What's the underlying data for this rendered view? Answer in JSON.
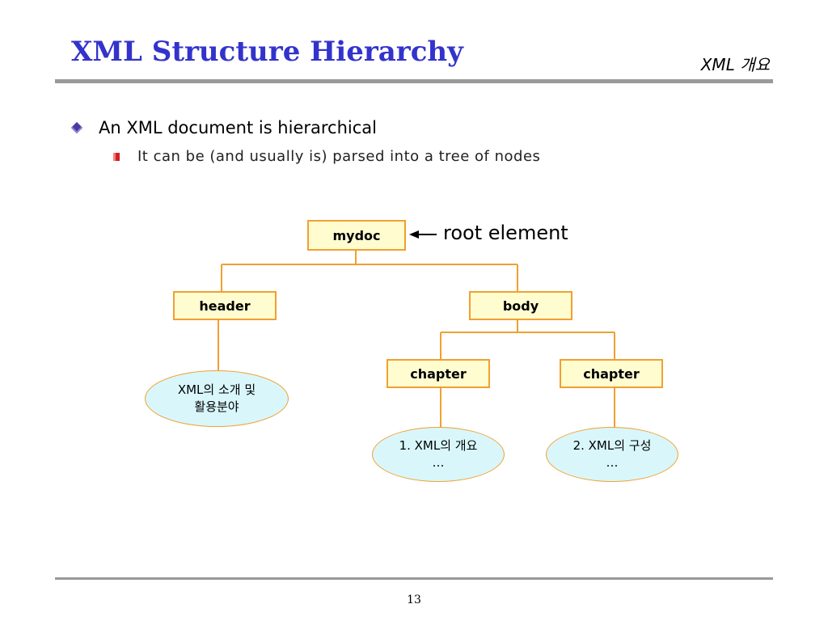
{
  "slide": {
    "title": "XML Structure Hierarchy",
    "subtitle": "XML 개요",
    "page_number": "13"
  },
  "bullets": {
    "level1": "An XML document is hierarchical",
    "level2": "It can be (and usually is) parsed into a tree of nodes"
  },
  "tree": {
    "root": "mydoc",
    "root_annotation": "root element",
    "header": "header",
    "body": "body",
    "chapter1": "chapter",
    "chapter2": "chapter",
    "header_leaf": {
      "line1": "XML의 소개 및",
      "line2": "활용분야"
    },
    "chapter1_leaf": {
      "line1": "1. XML의 개요",
      "line2": "…"
    },
    "chapter2_leaf": {
      "line1": "2. XML의 구성",
      "line2": "…"
    }
  },
  "colors": {
    "title": "#3333cc",
    "connector": "#f0a030",
    "node_fill": "#fffcd0",
    "leaf_fill": "#d9f7fb",
    "rule": "#999999"
  }
}
